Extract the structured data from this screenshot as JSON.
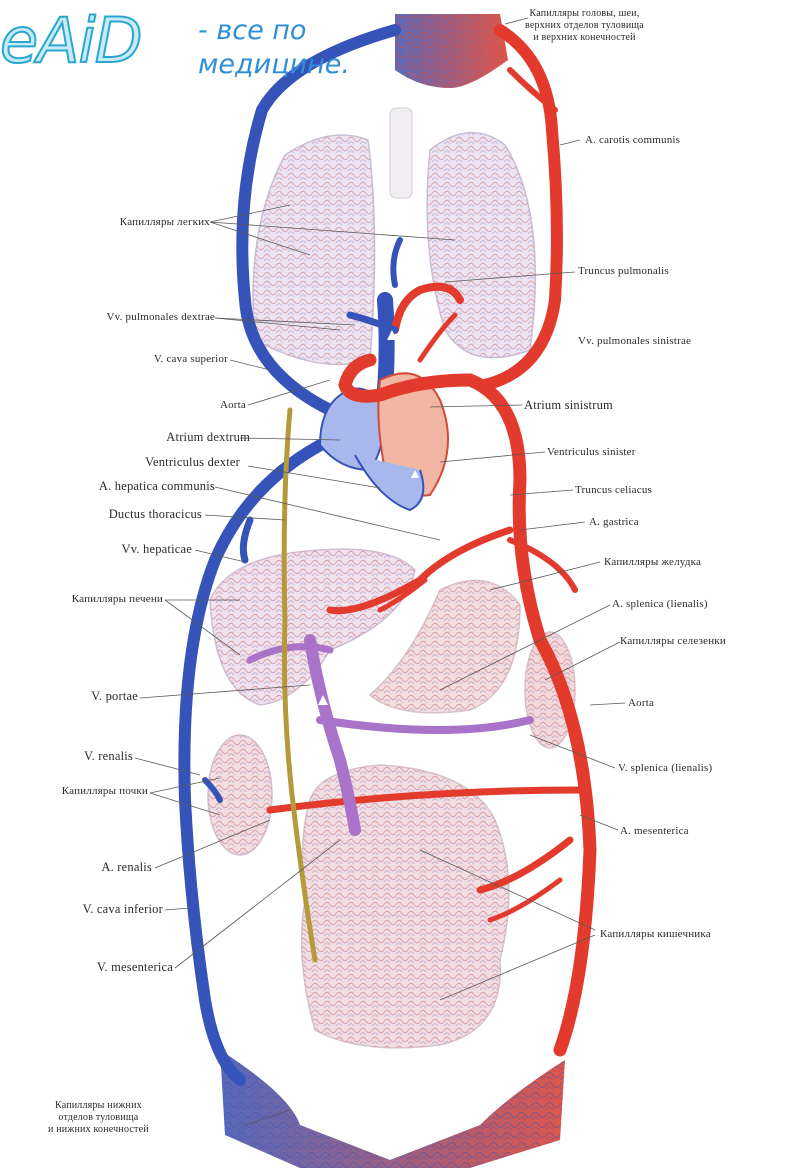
{
  "logo": {
    "mark": "eAiD",
    "tagline": "- все по\nмедицине."
  },
  "colors": {
    "artery": "#e23a2c",
    "vein": "#3553b8",
    "portal": "#a873c8",
    "lymph": "#b59a3a",
    "organ_fill": "#f4dede",
    "lung_fill": "#e9e3f1",
    "heart_left": "#f2b6a4",
    "heart_right": "#a9b8ec",
    "label_text": "#2b2b2b"
  },
  "icons": [
    "logo-mark"
  ],
  "labels": {
    "cap_head": "Капилляры головы, шеи,\nверхних отделов туловища\nи верхних конечностей",
    "carotis": "A. carotis communis",
    "cap_lungs": "Капилляры легких",
    "truncus_pulm": "Truncus pulmonalis",
    "vv_pulm_dex": "Vv. pulmonales dextrae",
    "vv_pulm_sin": "Vv. pulmonales sinistrae",
    "cava_sup": "V. cava superior",
    "aorta_upper": "Aorta",
    "atrium_sin": "Atrium sinistrum",
    "atrium_dex": "Atrium dextrum",
    "ventr_sin": "Ventriculus sinister",
    "ventr_dex": "Ventriculus dexter",
    "truncus_celiac": "Truncus celiacus",
    "hepatica": "A. hepatica communis",
    "ductus": "Ductus thoracicus",
    "gastrica": "A. gastrica",
    "vv_hepat": "Vv. hepaticae",
    "cap_stomach": "Капилляры желудка",
    "cap_liver": "Капилляры печени",
    "splenica_a": "A. splenica (lienalis)",
    "cap_spleen": "Капилляры селезенки",
    "portae": "V. portae",
    "aorta_lower": "Aorta",
    "renalis_v": "V. renalis",
    "splenica_v": "V. splenica (lienalis)",
    "cap_kidney": "Капилляры почки",
    "mesenterica_a": "A. mesenterica",
    "renalis_a": "A. renalis",
    "cava_inf": "V. cava inferior",
    "cap_intestine": "Капилляры кишечника",
    "mesenterica_v": "V. mesenterica",
    "cap_lower": "Капилляры нижних\nотделов туловища\nи нижних конечностей"
  }
}
